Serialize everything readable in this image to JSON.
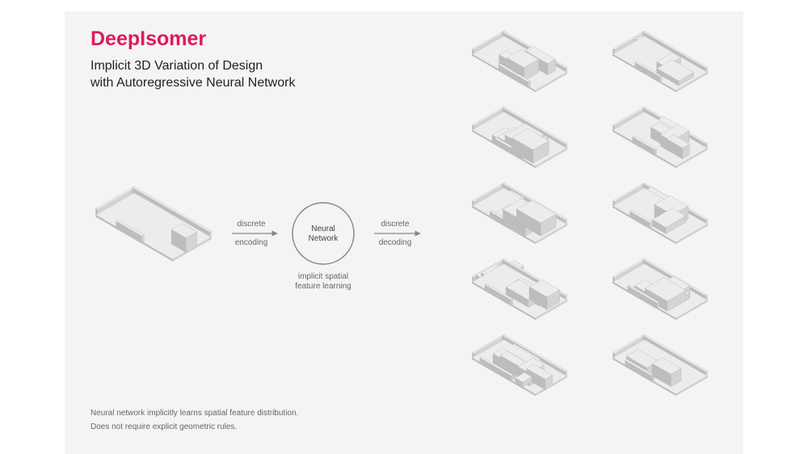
{
  "title": "DeepIsomer",
  "subtitle_lines": [
    "Implicit 3D Variation of Design",
    "with Autoregressive Neural Network"
  ],
  "encoding": {
    "top": "discrete",
    "bottom": "encoding"
  },
  "network": {
    "lines": [
      "Neural",
      "Network"
    ]
  },
  "decoding": {
    "top": "discrete",
    "bottom": "decoding"
  },
  "caption_lines": [
    "implicit spatial",
    "feature learning"
  ],
  "footnote_lines": [
    "Neural network implicitly learns spatial feature distribution.",
    "Does not require explicit geometric rules."
  ],
  "colors": {
    "accent": "#e0195e",
    "panel": "#f4f4f4",
    "model": "#ececec"
  }
}
